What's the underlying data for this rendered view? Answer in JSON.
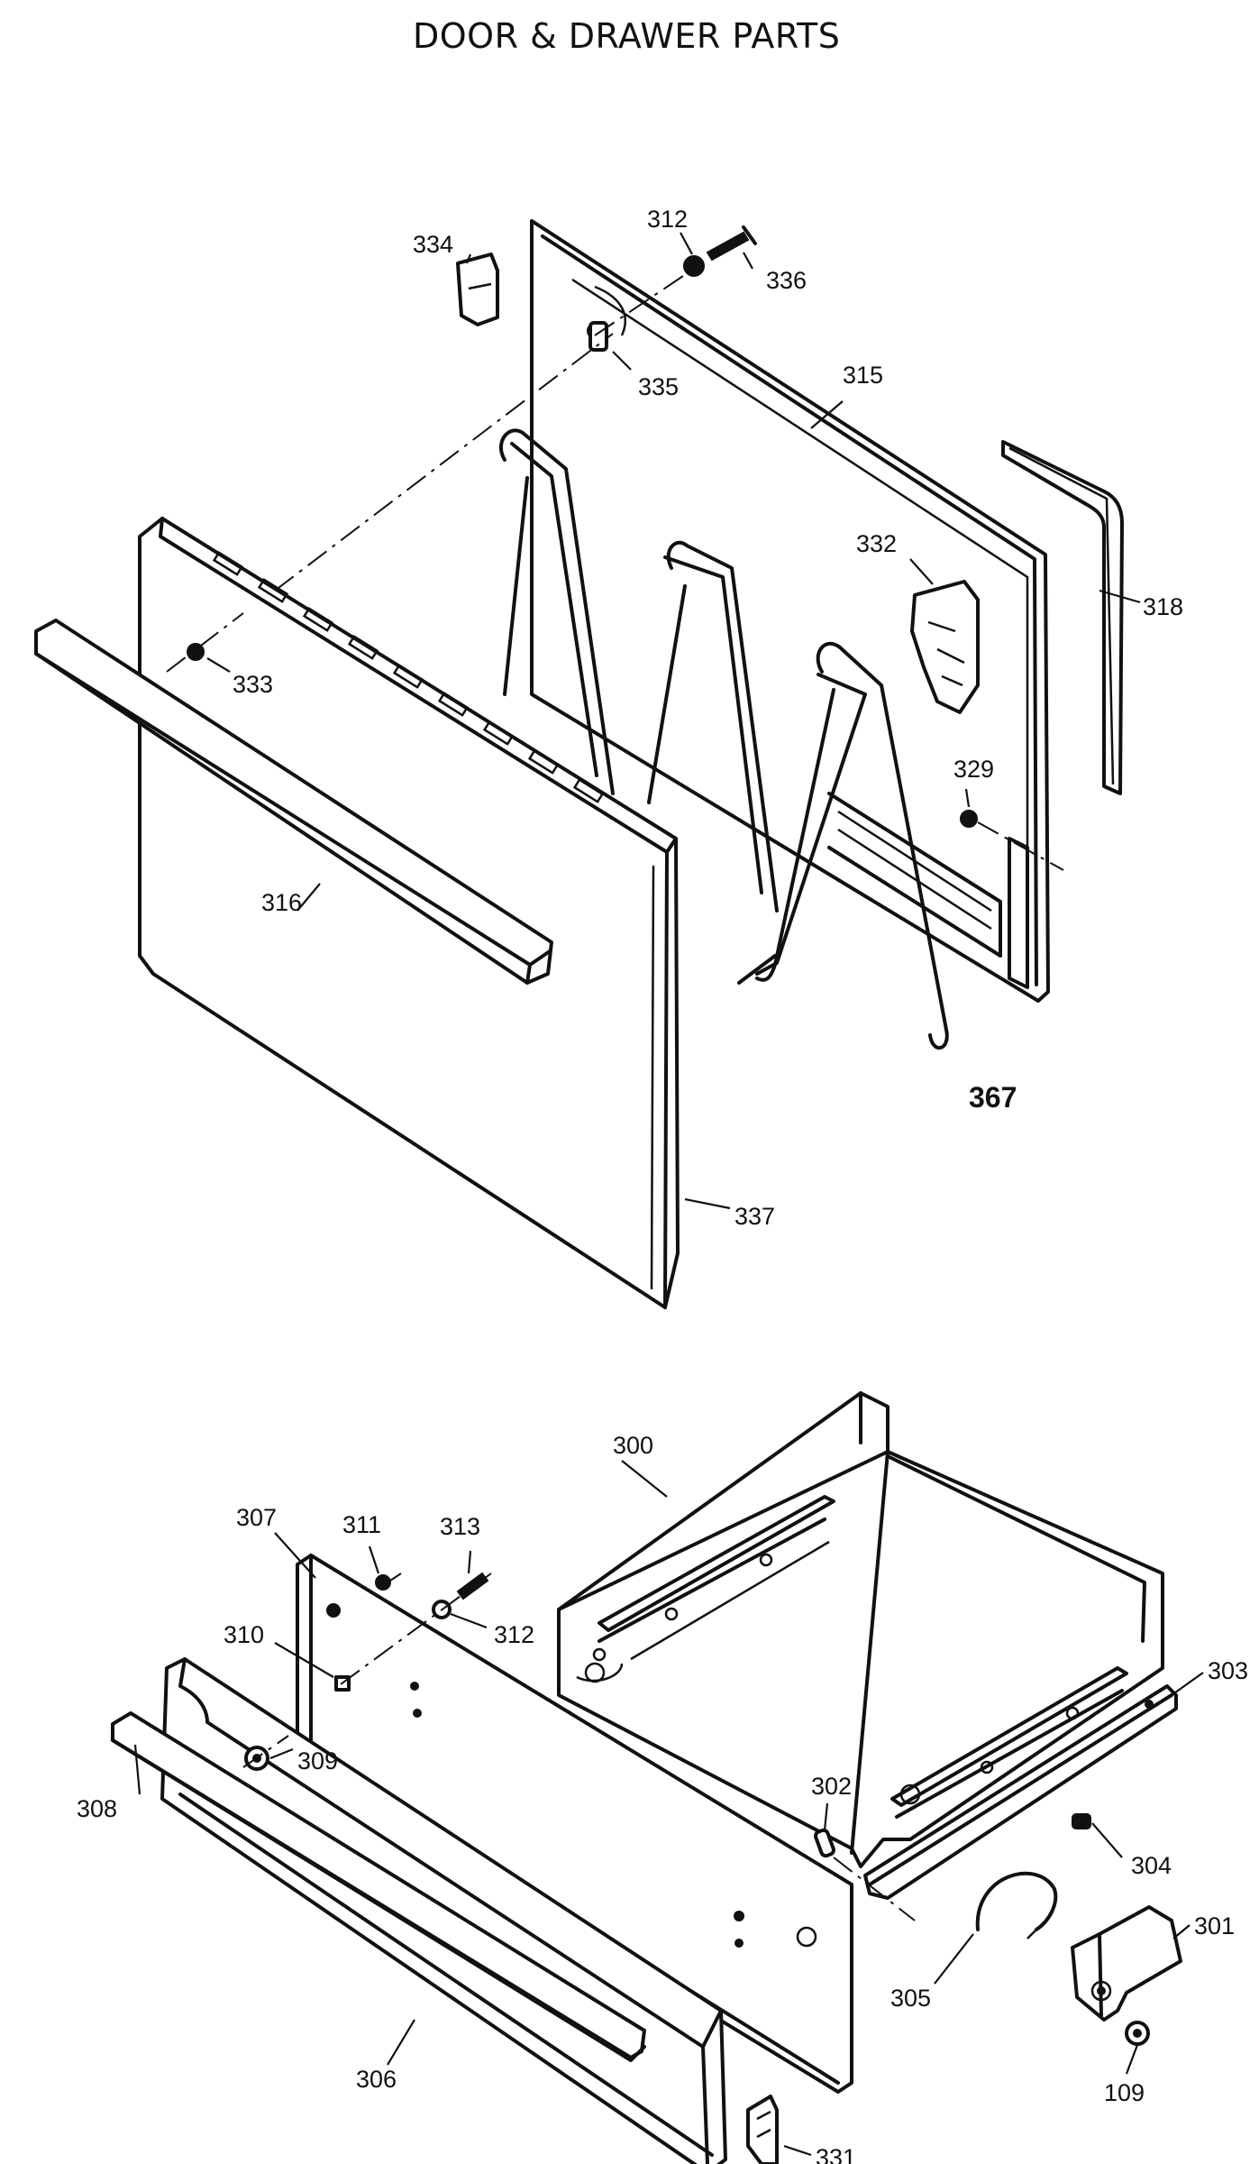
{
  "title": "DOOR & DRAWER PARTS",
  "parts": {
    "p312a": "312",
    "p336": "336",
    "p334": "334",
    "p335": "335",
    "p315": "315",
    "p318": "318",
    "p332": "332",
    "p333": "333",
    "p316": "316",
    "p329": "329",
    "p367": "367",
    "p337": "337",
    "p300": "300",
    "p307": "307",
    "p311": "311",
    "p313": "313",
    "p312b": "312",
    "p310": "310",
    "p303": "303",
    "p309": "309",
    "p302": "302",
    "p308": "308",
    "p304": "304",
    "p301": "301",
    "p305": "305",
    "p306": "306",
    "p109": "109",
    "p331": "331"
  }
}
